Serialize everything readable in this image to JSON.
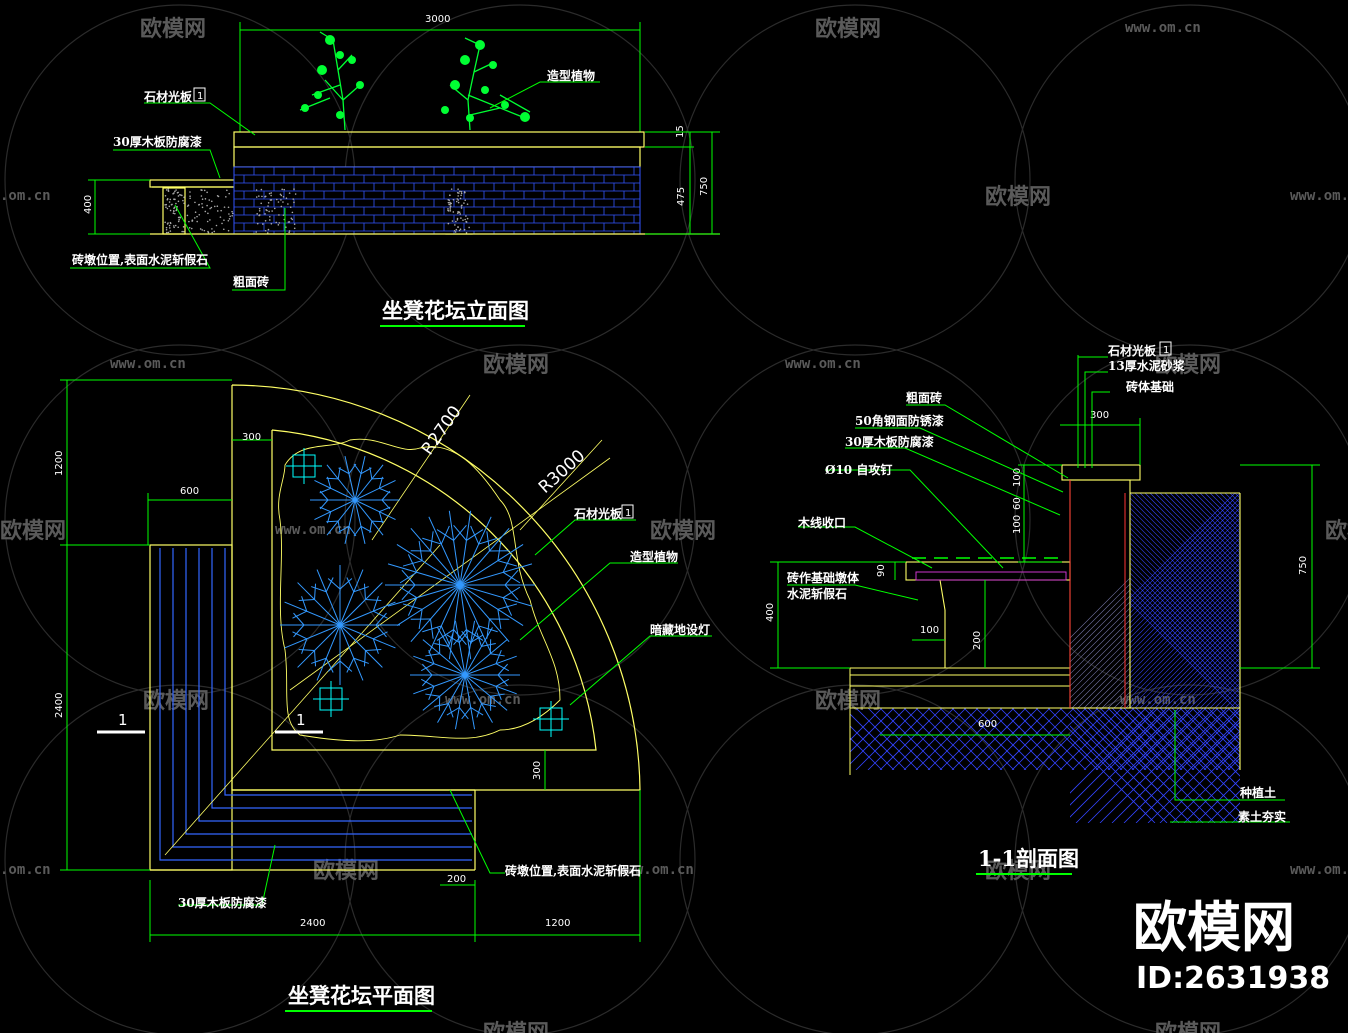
{
  "colors": {
    "background": "#000000",
    "line_yellow": "#ffff66",
    "line_green": "#00ff00",
    "line_blue": "#3366ff",
    "line_red": "#ff3333",
    "text": "#ffffff",
    "watermark": "#5a5a5a"
  },
  "elevation": {
    "title": "坐凳花坛立面图",
    "dim_width": "3000",
    "dim_15": "15",
    "dim_750": "750",
    "dim_475": "475",
    "dim_400": "400",
    "labels": {
      "stone_slab": "石材光板",
      "stone_slab_no": "1",
      "wood_board": "30厚木板防腐漆",
      "plant": "造型植物",
      "brick_pier": "砖墩位置,表面水泥斩假石",
      "rough_brick": "粗面砖"
    }
  },
  "plan": {
    "title": "坐凳花坛平面图",
    "radius_inner": "R2700",
    "radius_outer": "R3000",
    "dim_300_top": "300",
    "dim_600": "600",
    "dim_1200_left": "1200",
    "dim_2400_left": "2400",
    "dim_300_right": "300",
    "dim_200": "200",
    "dim_2400_bottom": "2400",
    "dim_1200_bottom": "1200",
    "section_mark": "1",
    "labels": {
      "stone_slab": "石材光板",
      "stone_slab_no": "1",
      "plant": "造型植物",
      "lamp": "暗藏地设灯",
      "brick_pier": "砖墩位置,表面水泥斩假石",
      "wood_board": "30厚木板防腐漆"
    }
  },
  "section": {
    "title": "1-1剖面图",
    "labels": {
      "stone_slab": "石材光板",
      "stone_slab_no": "1",
      "mortar": "13厚水泥砂浆",
      "brick_base": "砖体基础",
      "rough_brick": "粗面砖",
      "angle_steel": "50角钢面防锈漆",
      "wood_board": "30厚木板防腐漆",
      "screw": "Ø10 自攻钉",
      "wood_trim": "木线收口",
      "brick_pier_1": "砖作基础墩体",
      "brick_pier_2": "水泥斩假石",
      "planting_soil": "种植土",
      "compacted_soil": "素土夯实"
    },
    "dims": {
      "d300": "300",
      "d100": "100",
      "d60": "60",
      "d100b": "100",
      "d90": "90",
      "d400": "400",
      "d100c": "100",
      "d200": "200",
      "d600": "600",
      "d750": "750"
    }
  },
  "watermark": {
    "brand": "欧模网",
    "url": "www.om.cn",
    "url_short": ".om.cn",
    "id": "ID:2631938"
  }
}
